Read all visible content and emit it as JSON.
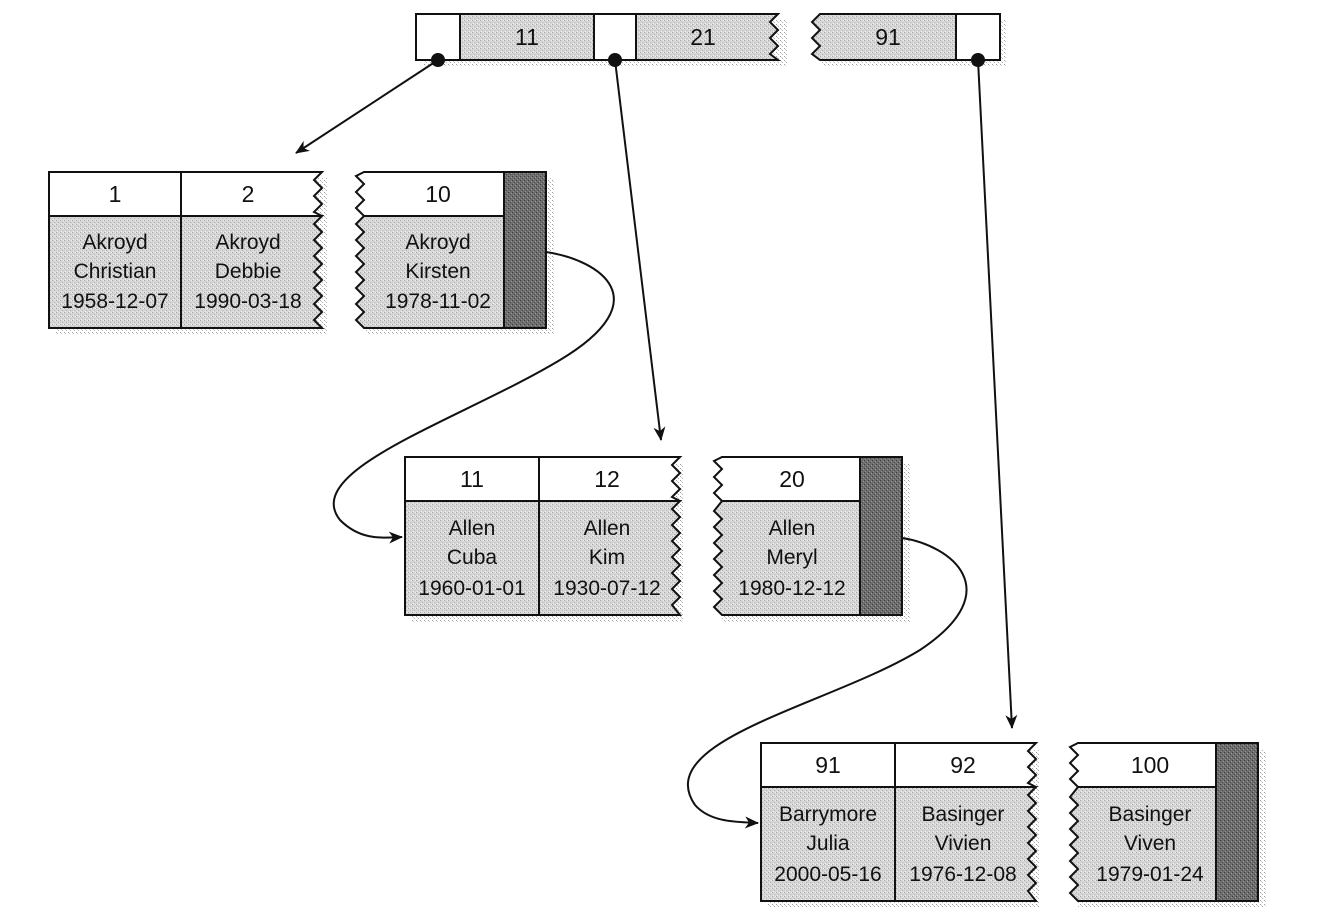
{
  "root": {
    "keys": [
      "11",
      "21",
      "91"
    ]
  },
  "leaves": [
    {
      "keys": [
        "1",
        "2",
        "10"
      ],
      "records": [
        {
          "last": "Akroyd",
          "first": "Christian",
          "date": "1958-12-07"
        },
        {
          "last": "Akroyd",
          "first": "Debbie",
          "date": "1990-03-18"
        },
        {
          "last": "Akroyd",
          "first": "Kirsten",
          "date": "1978-11-02"
        }
      ]
    },
    {
      "keys": [
        "11",
        "12",
        "20"
      ],
      "records": [
        {
          "last": "Allen",
          "first": "Cuba",
          "date": "1960-01-01"
        },
        {
          "last": "Allen",
          "first": "Kim",
          "date": "1930-07-12"
        },
        {
          "last": "Allen",
          "first": "Meryl",
          "date": "1980-12-12"
        }
      ]
    },
    {
      "keys": [
        "91",
        "92",
        "100"
      ],
      "records": [
        {
          "last": "Barrymore",
          "first": "Julia",
          "date": "2000-05-16"
        },
        {
          "last": "Basinger",
          "first": "Vivien",
          "date": "1976-12-08"
        },
        {
          "last": "Basinger",
          "first": "Viven",
          "date": "1979-01-24"
        }
      ]
    }
  ],
  "colors": {
    "ink": "#111111",
    "cell_fill": "#d9d9d9",
    "key_fill": "#ffffff",
    "next_pointer_fill": "#6b6b6b",
    "shadow": "#bdbdbd"
  }
}
